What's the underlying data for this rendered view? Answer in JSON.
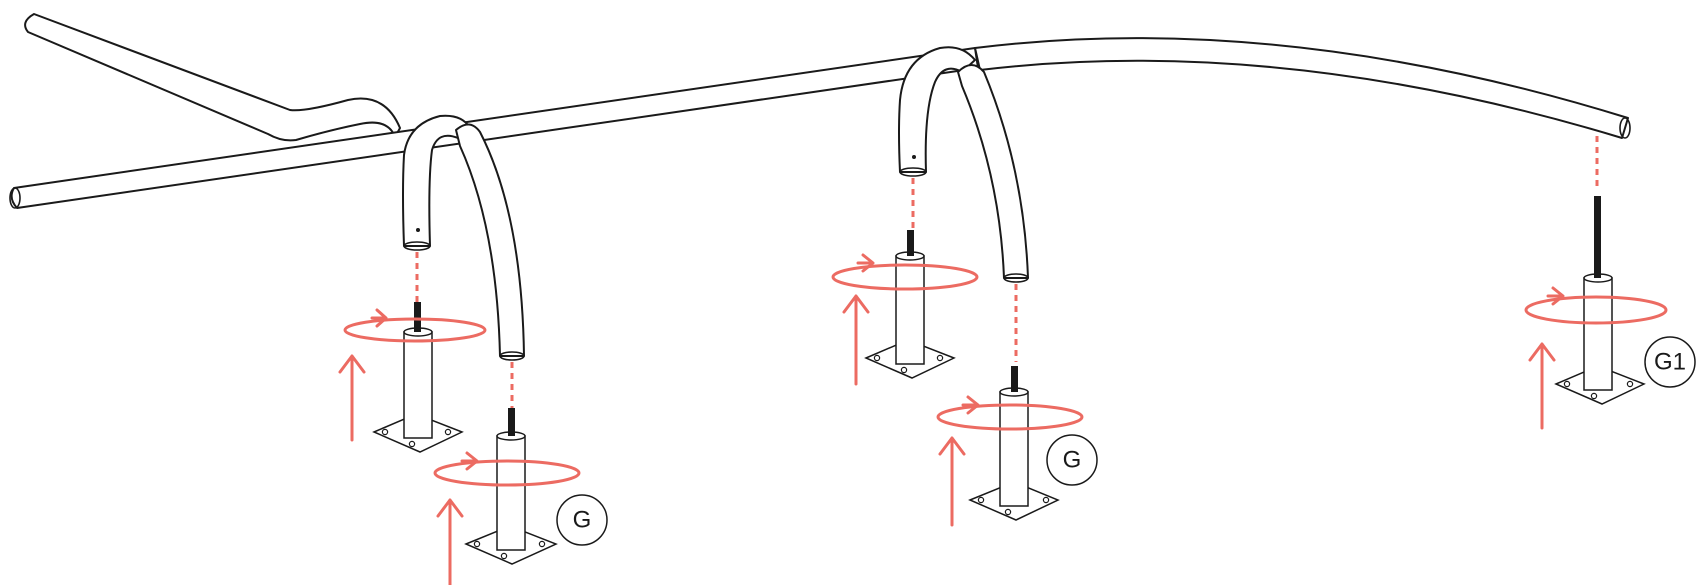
{
  "diagram": {
    "colors": {
      "line": "#1a1a1a",
      "accent": "#ec6b62",
      "background": "#ffffff"
    },
    "labels": {
      "badge_1": "G",
      "badge_2": "G",
      "badge_3": "G1"
    }
  }
}
